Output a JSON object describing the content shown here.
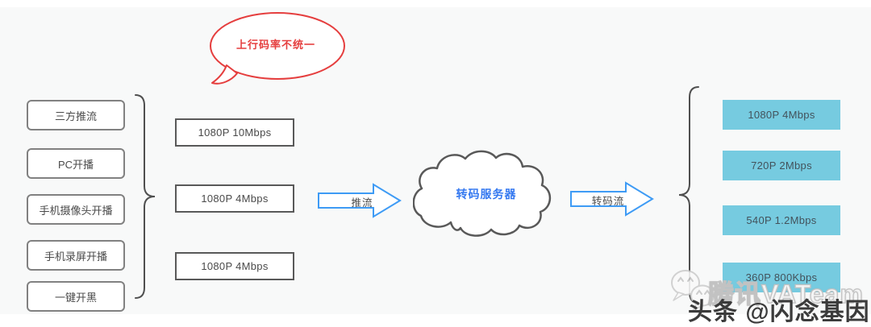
{
  "bubble": {
    "text": "上行码率不统一"
  },
  "sources": {
    "items": [
      "三方推流",
      "PC开播",
      "手机摄像头开播",
      "手机录屏开播",
      "一键开黑"
    ]
  },
  "input_streams": {
    "items": [
      "1080P 10Mbps",
      "1080P 4Mbps",
      "1080P 4Mbps"
    ]
  },
  "flow": {
    "push_label": "推流",
    "server_label": "转码服务器",
    "transcode_label": "转码流"
  },
  "output_streams": {
    "items": [
      "1080P 4Mbps",
      "720P 2Mbps",
      "540P 1.2Mbps",
      "360P 800Kbps"
    ]
  },
  "watermarks": {
    "brand": "腾讯VATeam",
    "byline": "头条 @闪念基因"
  },
  "colors": {
    "accent_blue": "#3e9bf5",
    "alert_red": "#e53e3e",
    "stream_cyan": "#76cbe0",
    "server_text_blue": "#3478f0",
    "outline_gray": "#595959"
  }
}
